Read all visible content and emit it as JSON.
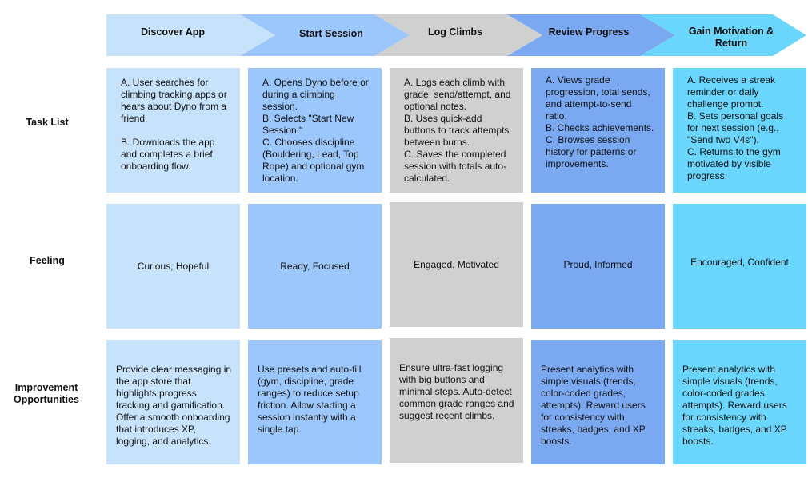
{
  "colors": [
    "#c6e3fb",
    "#9cc7fc",
    "#d0d0d0",
    "#7aa9f2",
    "#6bd6fd"
  ],
  "stages": [
    "Discover App",
    "Start Session",
    "Log Climbs",
    "Review Progress",
    "Gain Motivation & Return"
  ],
  "rows": {
    "task_list": "Task List",
    "feeling": "Feeling",
    "improvement": "Improvement Opportunities"
  },
  "tasks": [
    "A. User searches for climbing tracking apps or hears about Dyno from a friend.\n\nB. Downloads the app and completes a brief onboarding flow.",
    "A. Opens Dyno before or during a climbing session.\nB. Selects \"Start New Session.\"\nC. Chooses discipline (Bouldering, Lead, Top Rope) and optional gym location.",
    "A. Logs each climb with grade, send/attempt, and optional notes.\nB. Uses quick-add buttons to track attempts between burns.\nC. Saves the completed session with totals auto-calculated.",
    "A. Views grade progression, total sends, and attempt-to-send ratio.\nB. Checks achievements.\nC. Browses session history for patterns or improvements.",
    "A. Receives a streak reminder or daily challenge prompt.\nB. Sets personal goals for next session (e.g., \"Send two V4s\").\nC. Returns to the gym motivated by visible progress."
  ],
  "feelings": [
    "Curious, Hopeful",
    "Ready, Focused",
    "Engaged, Motivated",
    "Proud, Informed",
    "Encouraged, Confident"
  ],
  "improvements": [
    "Provide clear messaging in the app store that highlights progress tracking and gamification. Offer a smooth onboarding that introduces XP, logging, and analytics.",
    "Use presets and auto-fill (gym, discipline, grade ranges) to reduce setup friction. Allow starting a session instantly with a single tap.",
    "Ensure ultra-fast logging with big buttons and minimal steps. Auto-detect common grade ranges and suggest recent climbs.",
    "Present analytics with simple visuals (trends, color-coded grades, attempts). Reward users for consistency with streaks, badges, and XP boosts.",
    "Present analytics with simple visuals (trends, color-coded grades, attempts). Reward users for consistency with streaks, badges, and XP boosts."
  ]
}
